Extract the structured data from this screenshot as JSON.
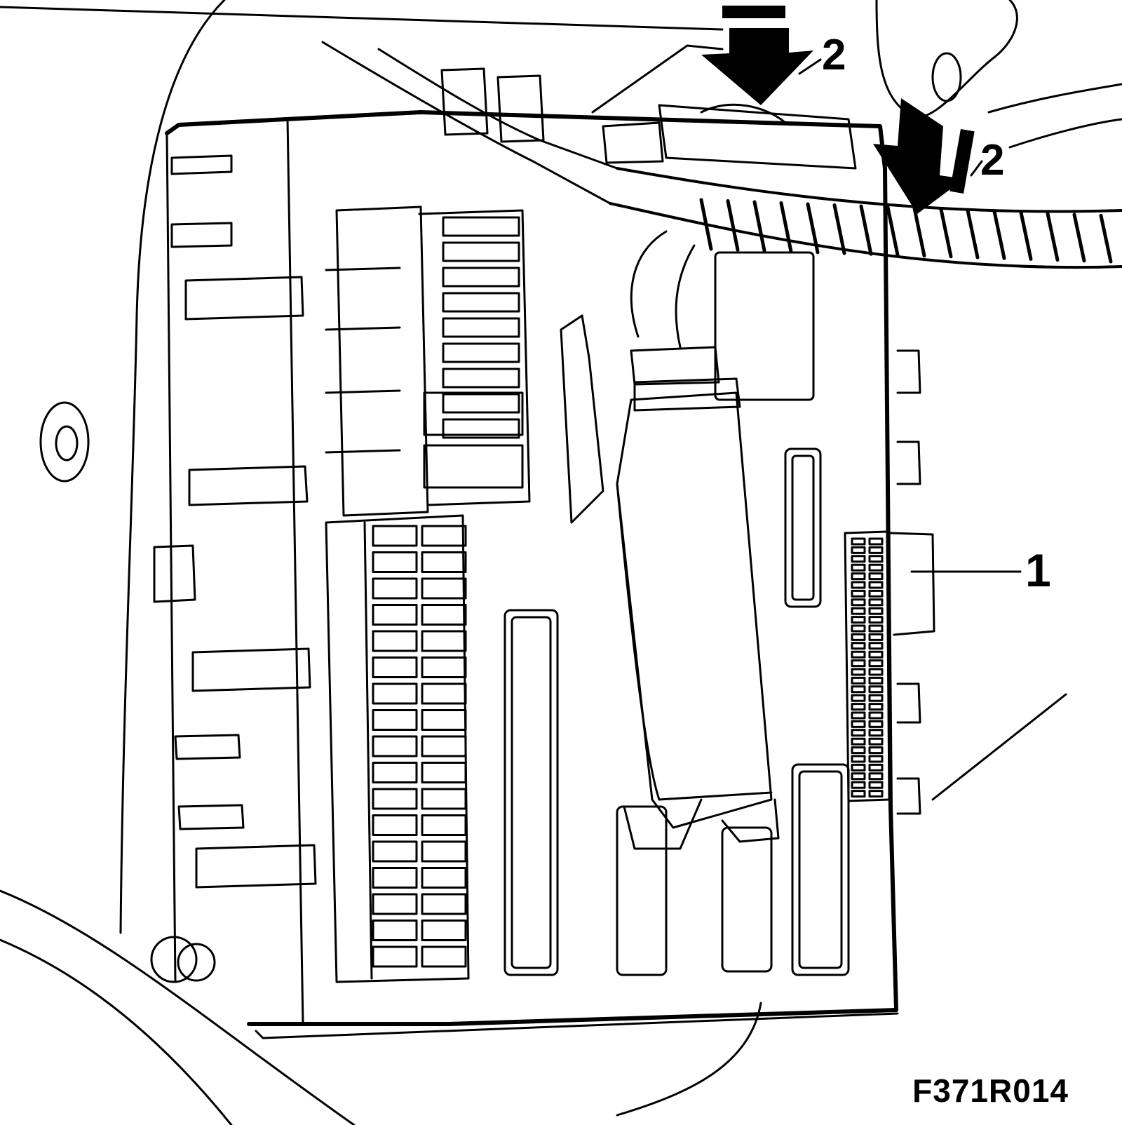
{
  "callouts": {
    "arrow_top": "2",
    "arrow_right": "2",
    "module": "1"
  },
  "figure_code": "F371R014",
  "colors": {
    "ink": "#000000",
    "paper": "#ffffff"
  },
  "icons": {
    "arrow": "down-arrow-icon"
  }
}
